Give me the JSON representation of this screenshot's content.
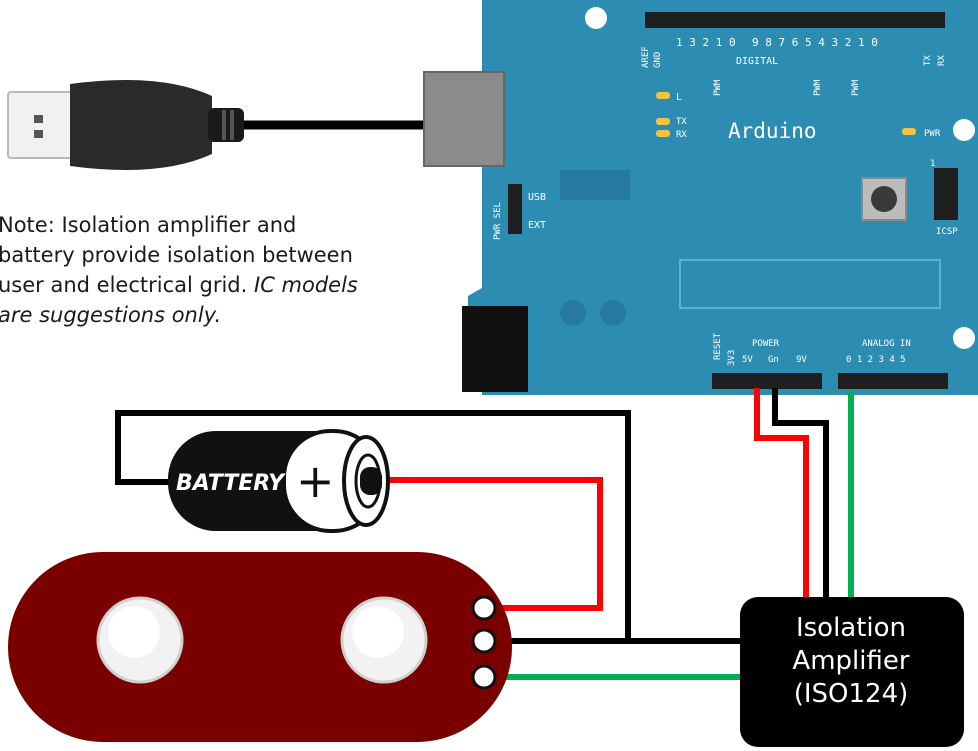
{
  "note": {
    "text": "Note: Isolation amplifier and battery provide isolation between user and electrical grid.",
    "italic": "IC models are suggestions only."
  },
  "battery": {
    "label": "BATTERY",
    "sign": "+"
  },
  "amplifier": {
    "line1": "Isolation",
    "line2": "Amplifier",
    "line3": "(ISO124)"
  },
  "arduino": {
    "name": "Arduino",
    "labels": {
      "aref": "AREF",
      "gnd": "GND",
      "digital": "DIGITAL",
      "pwm": "PWM",
      "l": "L",
      "tx": "TX",
      "rx": "RX",
      "usb": "USB",
      "ext": "EXT",
      "pwr_sel": "PWR SEL",
      "icsp": "ICSP",
      "reset": "RESET",
      "v33": "3V3",
      "power": "POWER",
      "v5": "5V",
      "gn": "Gn",
      "v9": "9V",
      "analog_in": "ANALOG IN",
      "analog_pins": "0 1 2 3 4 5",
      "digital_pins_high": "1 3 2 1 0",
      "digital_pins_low": "9 8   7 6 5 4 3 2 1 0",
      "txd": "TX",
      "rxd": "RX",
      "one": "1"
    }
  },
  "colors": {
    "board": "#2e8fb4",
    "board_dark": "#1d6f90",
    "sensor": "#7a0000",
    "wire_red": "#ff0000",
    "wire_black": "#000000",
    "wire_green": "#00b050",
    "amplifier": "#000000",
    "battery_body": "#111111"
  }
}
